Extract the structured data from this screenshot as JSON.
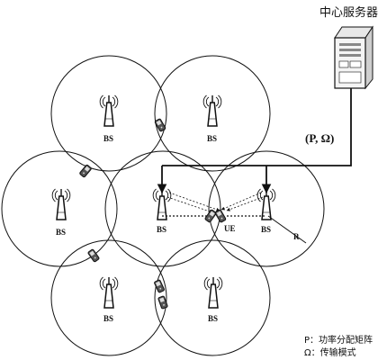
{
  "server": {
    "label": "中心服务器",
    "icon": "server-icon"
  },
  "feedback_label": "(P, Ω)",
  "cells": [
    {
      "label": "BS",
      "role": "neighbor"
    },
    {
      "label": "BS",
      "role": "neighbor"
    },
    {
      "label": "BS",
      "role": "neighbor"
    },
    {
      "label": "BS",
      "role": "serving"
    },
    {
      "label": "BS",
      "role": "serving"
    },
    {
      "label": "BS",
      "role": "neighbor"
    },
    {
      "label": "BS",
      "role": "neighbor"
    }
  ],
  "ue_label": "UE",
  "radius_label": "R",
  "legend": {
    "p_line": "P：功率分配矩阵",
    "omega_line": "Ω：传输模式"
  },
  "colors": {
    "line": "#111111",
    "device_body": "#333333"
  }
}
